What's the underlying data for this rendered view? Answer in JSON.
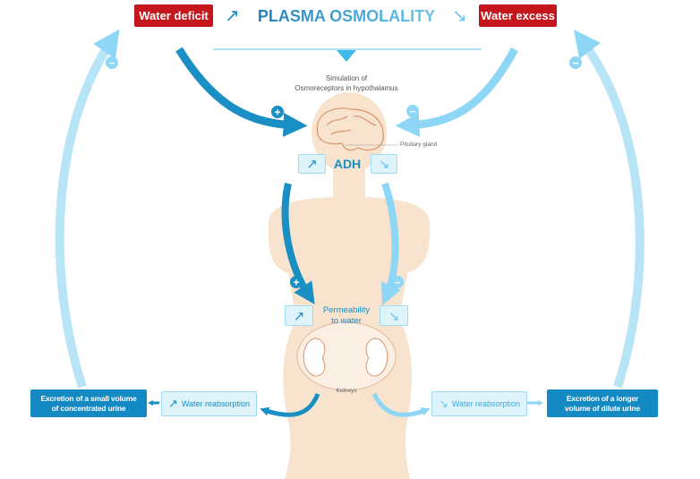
{
  "header": {
    "water_deficit": "Water deficit",
    "title": "PLASMA OSMOLALITY",
    "water_excess": "Water excess",
    "increase_glyph": "↗",
    "decrease_glyph": "↘"
  },
  "hypothalamus": {
    "line1": "Simulation of",
    "line2": "Osmoreceptors in hypothalamus",
    "pituitary": "Pituitary gland",
    "adh": "ADH"
  },
  "permeability": {
    "line1": "Permeability",
    "line2": "to water"
  },
  "kidneys": "Kidneys",
  "left": {
    "reabsorption": "Water reabsorption",
    "excretion_line1": "Excretion of a small volume",
    "excretion_line2": "of concentrated urine"
  },
  "right": {
    "reabsorption": "Water reabsorption",
    "excretion_line1": "Excretion of a longer",
    "excretion_line2": "volume of dilute urine"
  },
  "signs": {
    "plus": "+",
    "minus": "−"
  },
  "colors": {
    "dark_blue": "#1a8fc4",
    "light_blue": "#8dd6f5",
    "red": "#c4161c",
    "body": "#f8e3cf"
  }
}
